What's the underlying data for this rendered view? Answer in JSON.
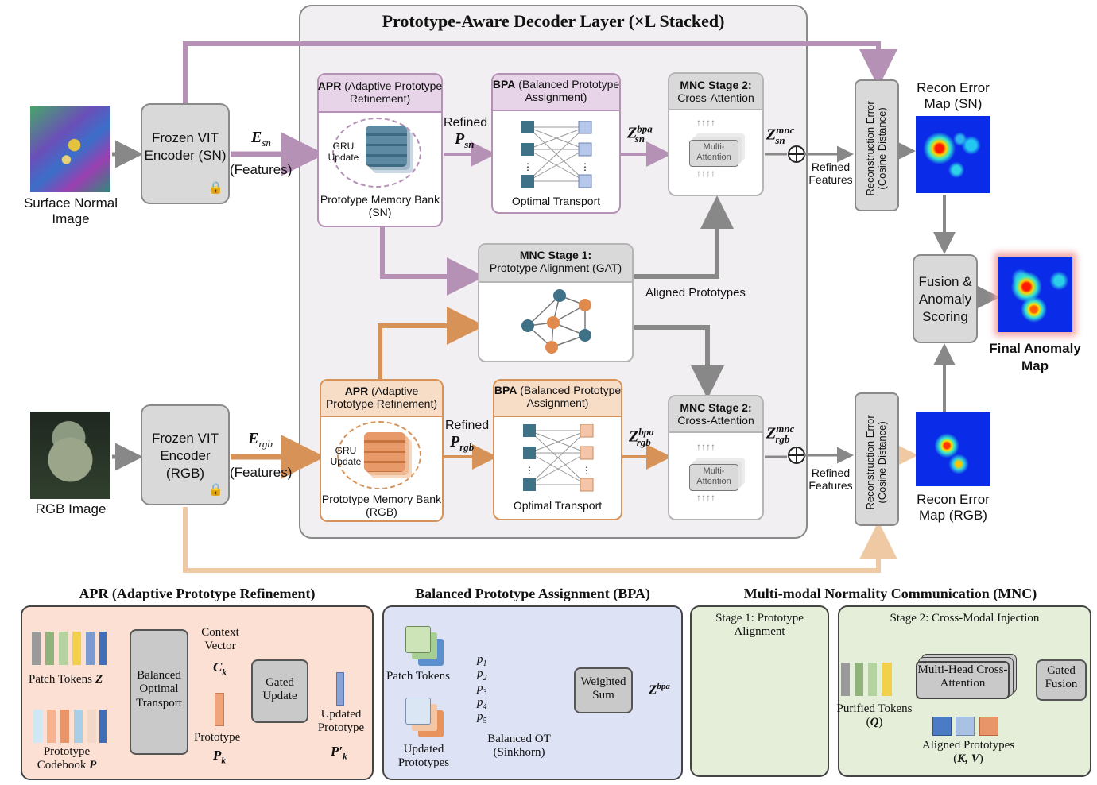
{
  "colors": {
    "sn_purple": "#b591b6",
    "sn_purple_fill": "#e7d4e8",
    "rgb_orange": "#d79257",
    "rgb_orange_light": "#efc9a4",
    "rgb_orange_fill": "#f7dcc6",
    "gray": "#888888",
    "decoder_bg": "#f1eff1",
    "apr_panel": "#fbe0d3",
    "bpa_panel": "#dde2f4",
    "mnc_panel": "#e4eed8"
  },
  "decoder": {
    "title": "Prototype-Aware Decoder Layer (×L Stacked)"
  },
  "inputs": {
    "sn_label": "Surface Normal Image",
    "rgb_label": "RGB Image"
  },
  "encoders": {
    "sn": "Frozen VIT Encoder (SN)",
    "rgb": "Frozen VIT Encoder (RGB)",
    "lock_icon": "lock-icon"
  },
  "features": {
    "e_sn": "E",
    "e_sn_sub": "sn",
    "e_rgb": "E",
    "e_rgb_sub": "rgb",
    "label": "(Features)"
  },
  "apr": {
    "header_bold": "APR",
    "header_rest": " (Adaptive Prototype Refinement)",
    "gru": "GRU Update",
    "bank_sn": "Prototype Memory Bank (SN)",
    "bank_rgb": "Prototype Memory Bank (RGB)"
  },
  "refined": {
    "label": "Refined",
    "p": "P",
    "sn_sub": "sn",
    "rgb_sub": "rgb"
  },
  "bpa": {
    "header_bold": "BPA",
    "header_rest": " (Balanced Prototype Assignment)",
    "caption": "Optimal Transport"
  },
  "zbpa": {
    "z": "Z",
    "sup": "bpa",
    "sn_sub": "sn",
    "rgb_sub": "rgb"
  },
  "mnc2": {
    "header_bold": "MNC Stage 2:",
    "header_rest": "Cross-Attention",
    "multi": "Multi-Attention"
  },
  "zmnc": {
    "z": "Z",
    "sup": "mnc",
    "sn_sub": "sn",
    "rgb_sub": "rgb"
  },
  "mnc1": {
    "header_bold": "MNC Stage 1:",
    "header_rest": "Prototype Alignment (GAT)",
    "aligned": "Aligned Prototypes"
  },
  "refined_features": "Refined Features",
  "recon": {
    "label": "Reconstruction Error (Cosine Distance)",
    "map_sn": "Recon Error Map (SN)",
    "map_rgb": "Recon Error Map (RGB)"
  },
  "fusion": "Fusion & Anomaly Scoring",
  "final_map": "Final Anomaly Map",
  "bottom": {
    "apr_title": "APR (Adaptive Prototype Refinement)",
    "bpa_title": "Balanced Prototype Assignment (BPA)",
    "mnc_title": "Multi-modal Normality Communication (MNC)",
    "patch_tokens": "Patch Tokens",
    "z": "Z",
    "prototype_codebook": "Prototype Codebook",
    "p": "P",
    "balanced_ot": "Balanced Optimal Transport",
    "context_vector": "Context Vector",
    "ck": "C",
    "k": "k",
    "prototype": "Prototype",
    "pk": "P",
    "gated_update": "Gated Update",
    "updated_prototype": "Updated Prototype",
    "pk_prime": "P′",
    "bpa_patch_tokens": "Patch Tokens",
    "updated_prototypes": "Updated Prototypes",
    "p_rows": [
      "p",
      "p",
      "p",
      "p",
      "p"
    ],
    "p_subs": [
      "1",
      "2",
      "3",
      "4",
      "5"
    ],
    "balanced_ot_caption": "Balanced OT (Sinkhorn)",
    "weighted_sum": "Weighted Sum",
    "zbpa": "Z",
    "zbpa_sup": "bpa",
    "stage1_title": "Stage 1: Prototype Alignment",
    "stage2_title": "Stage 2: Cross-Modal Injection",
    "mhca": "Multi-Head Cross-Attention",
    "gated_fusion": "Gated Fusion",
    "purified_tokens": "Purified Tokens",
    "q": "Q",
    "aligned_prototypes": "Aligned Prototypes",
    "kv": "K, V"
  }
}
